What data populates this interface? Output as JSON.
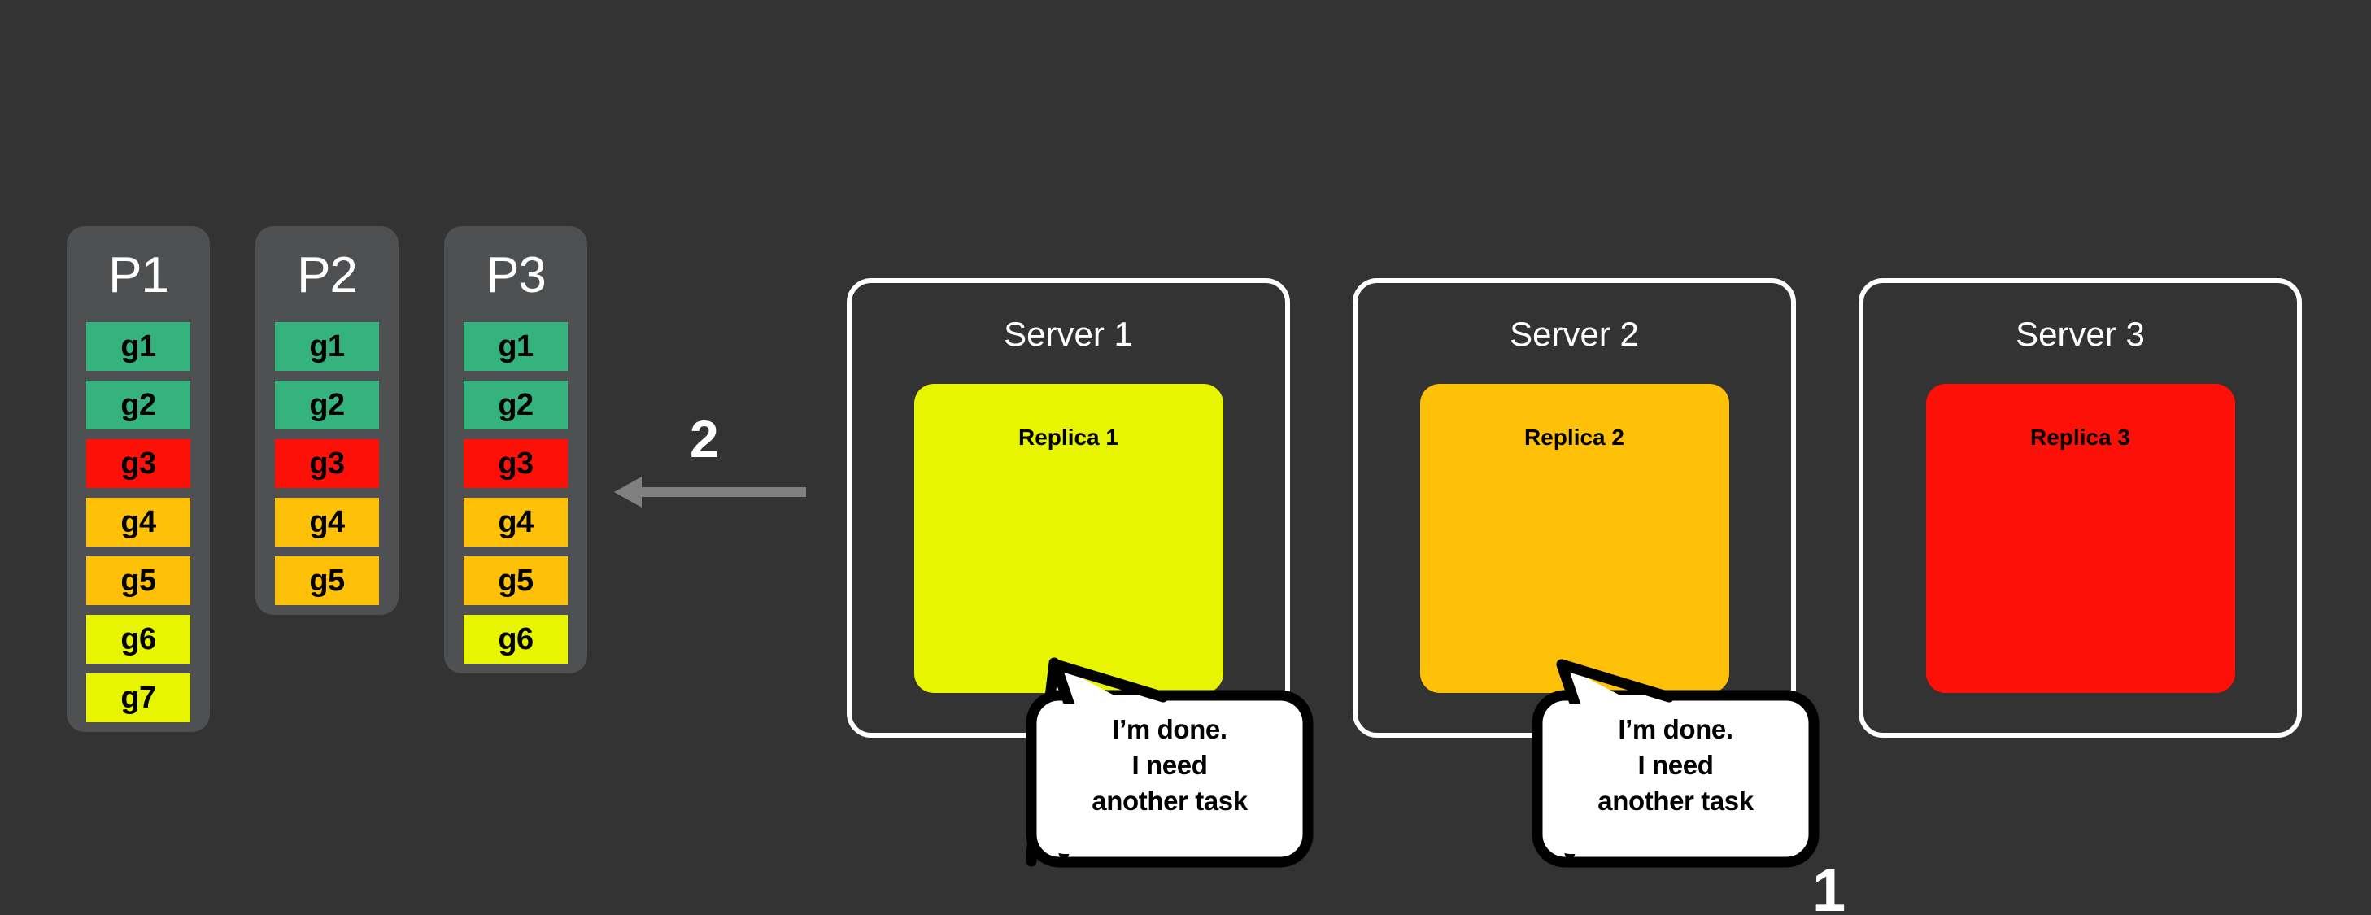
{
  "canvas": {
    "background": "#333333"
  },
  "palette": {
    "green": "#34b37e",
    "red": "#fc1008",
    "orange": "#ffc107",
    "yellow": "#e8f500",
    "panel": "#4e5052",
    "white": "#ffffff",
    "arrow": "#808080"
  },
  "partitions": [
    {
      "title": "P1",
      "blocks": [
        {
          "label": "g1",
          "color": "#34b37e"
        },
        {
          "label": "g2",
          "color": "#34b37e"
        },
        {
          "label": "g3",
          "color": "#fc1008"
        },
        {
          "label": "g4",
          "color": "#ffc107"
        },
        {
          "label": "g5",
          "color": "#ffc107"
        },
        {
          "label": "g6",
          "color": "#e8f500"
        },
        {
          "label": "g7",
          "color": "#e8f500"
        }
      ]
    },
    {
      "title": "P2",
      "blocks": [
        {
          "label": "g1",
          "color": "#34b37e"
        },
        {
          "label": "g2",
          "color": "#34b37e"
        },
        {
          "label": "g3",
          "color": "#fc1008"
        },
        {
          "label": "g4",
          "color": "#ffc107"
        },
        {
          "label": "g5",
          "color": "#ffc107"
        }
      ]
    },
    {
      "title": "P3",
      "blocks": [
        {
          "label": "g1",
          "color": "#34b37e"
        },
        {
          "label": "g2",
          "color": "#34b37e"
        },
        {
          "label": "g3",
          "color": "#fc1008"
        },
        {
          "label": "g4",
          "color": "#ffc107"
        },
        {
          "label": "g5",
          "color": "#ffc107"
        },
        {
          "label": "g6",
          "color": "#e8f500"
        }
      ]
    }
  ],
  "arrow": {
    "label": "2",
    "direction": "left",
    "color": "#808080"
  },
  "servers": [
    {
      "title": "Server 1",
      "replica": {
        "label": "Replica 1",
        "color": "#e8f500"
      },
      "bubble": {
        "lines": [
          "I’m done.",
          "I need",
          "another task"
        ]
      }
    },
    {
      "title": "Server 2",
      "replica": {
        "label": "Replica 2",
        "color": "#ffc107"
      },
      "bubble": {
        "lines": [
          "I’m done.",
          "I need",
          "another task"
        ]
      }
    },
    {
      "title": "Server 3",
      "replica": {
        "label": "Replica 3",
        "color": "#fc1008"
      },
      "bubble": null
    }
  ],
  "step_labels": {
    "one": "1",
    "two": "2"
  }
}
